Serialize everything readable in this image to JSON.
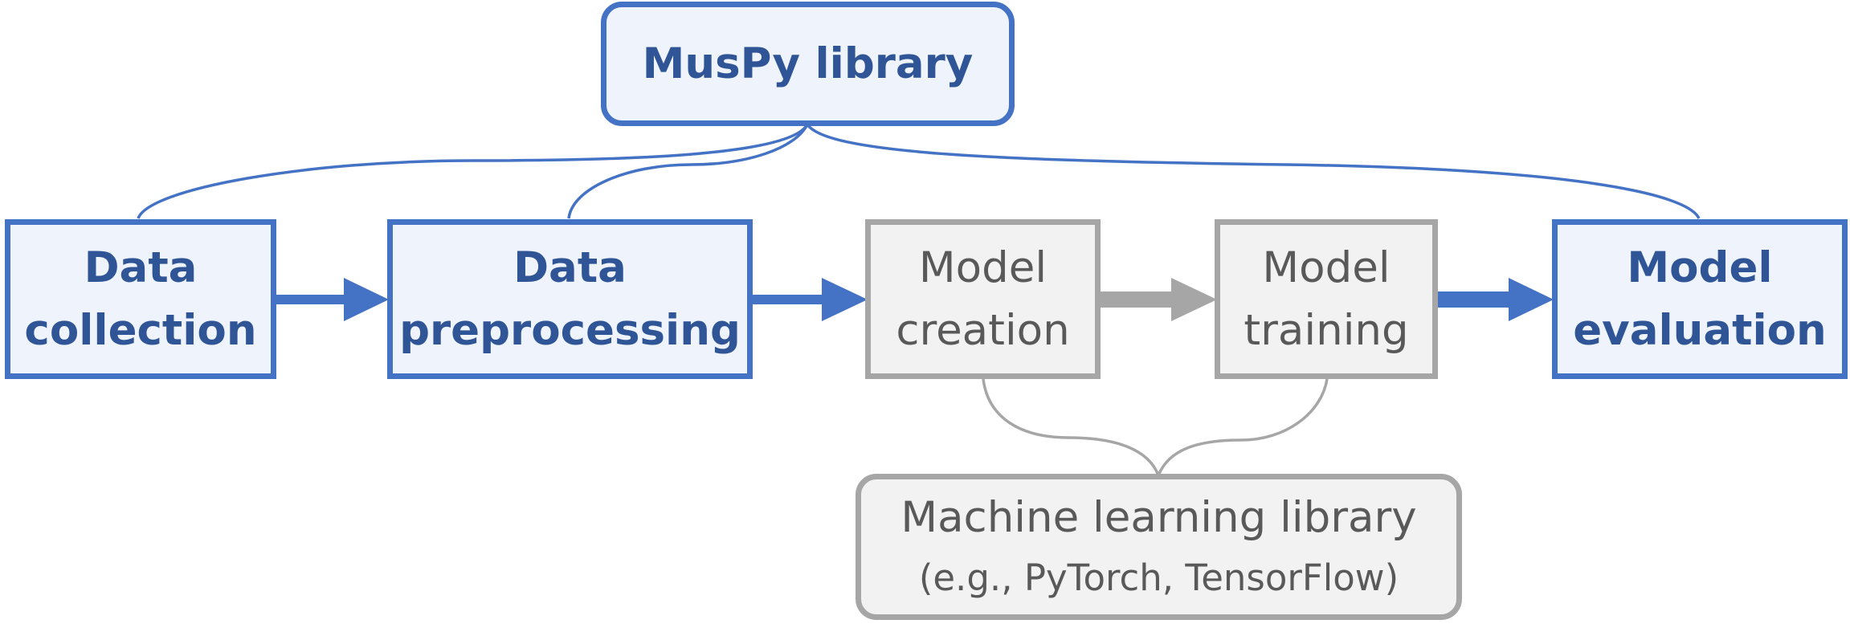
{
  "colors": {
    "blue_border": "#4472c4",
    "blue_fill": "#eff3fb",
    "blue_text": "#2f5597",
    "gray_border": "#a6a6a6",
    "gray_fill": "#f2f2f2",
    "gray_text": "#595959"
  },
  "muspy": {
    "label": "MusPy library"
  },
  "pipeline": [
    {
      "line1": "Data",
      "line2": "collection"
    },
    {
      "line1": "Data",
      "line2": "preprocessing"
    },
    {
      "line1": "Model",
      "line2": "creation"
    },
    {
      "line1": "Model",
      "line2": "training"
    },
    {
      "line1": "Model",
      "line2": "evaluation"
    }
  ],
  "ml": {
    "label": "Machine learning library",
    "sub": "(e.g., PyTorch, TensorFlow)"
  }
}
